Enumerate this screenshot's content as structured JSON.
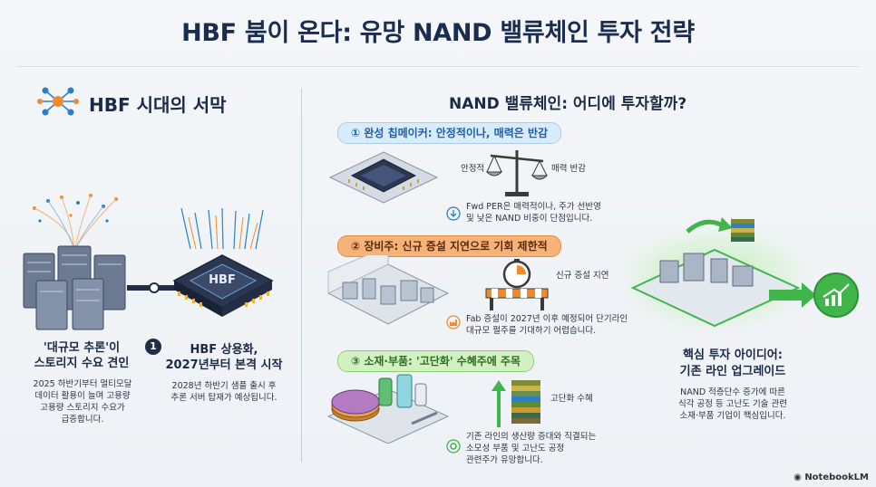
{
  "title": "HBF 붐이 온다: 유망 NAND 밸류체인 투자 전략",
  "left": {
    "heading": "HBF 시대의 서막",
    "storage_caption_1": "'대규모 추론'이",
    "storage_caption_2": "스토리지 수요 견인",
    "storage_body": [
      "2025 하반기부터 멀티모달",
      "데이터 활용이 늘며 고용량",
      "고용량 스토리지 수요가",
      "급증합니다."
    ],
    "step_number": "1",
    "chip_label": "HBF",
    "hbf_caption_1": "HBF 상용화,",
    "hbf_caption_2": "2027년부터 본격 시작",
    "hbf_body": [
      "2028년 하반기 샘플 출시 후",
      "추론 서버 탑재가 예상됩니다."
    ]
  },
  "right": {
    "heading": "NAND 밸류체인: 어디에 투자할까?",
    "sec1": {
      "pill": "① 완성 칩메이커: 안정적이나, 매력은 반감",
      "left_label": "안정적",
      "right_label": "매력 반감",
      "body": [
        "Fwd PER은 매력적이나, 주가 선반영",
        "및 낮은 NAND 비중이 단점입니다."
      ]
    },
    "sec2": {
      "pill": "② 장비주: 신규 증설 지연으로 기회 제한적",
      "label": "신규 증설 지연",
      "body": [
        "Fab 증설이 2027년 이후 예정되어 단기라인",
        "대규모 펄주를 기대하기 어렵습니다."
      ]
    },
    "sec3": {
      "pill": "③ 소재·부품: '고단화' 수혜주에 주목",
      "label": "고단화 수혜",
      "body": [
        "기존 라인의 생산량 증대와 직결되는",
        "소모성 부품 및 고난도 공정",
        "관련주가 유망합니다."
      ]
    }
  },
  "idea": {
    "caption_1": "핵심 투자 아이디어:",
    "caption_2": "기존 라인 업그레이드",
    "body": [
      "NAND 적층단수 증가에 따른",
      "식각 공정 등 고난도 기술 관련",
      "소재·부품 기업이 핵심입니다."
    ]
  },
  "brand": "NotebookLM",
  "colors": {
    "accent_blue": "#1f5ea8",
    "accent_orange": "#e58c45",
    "accent_green": "#3fb54a",
    "title": "#1a2c4f"
  }
}
